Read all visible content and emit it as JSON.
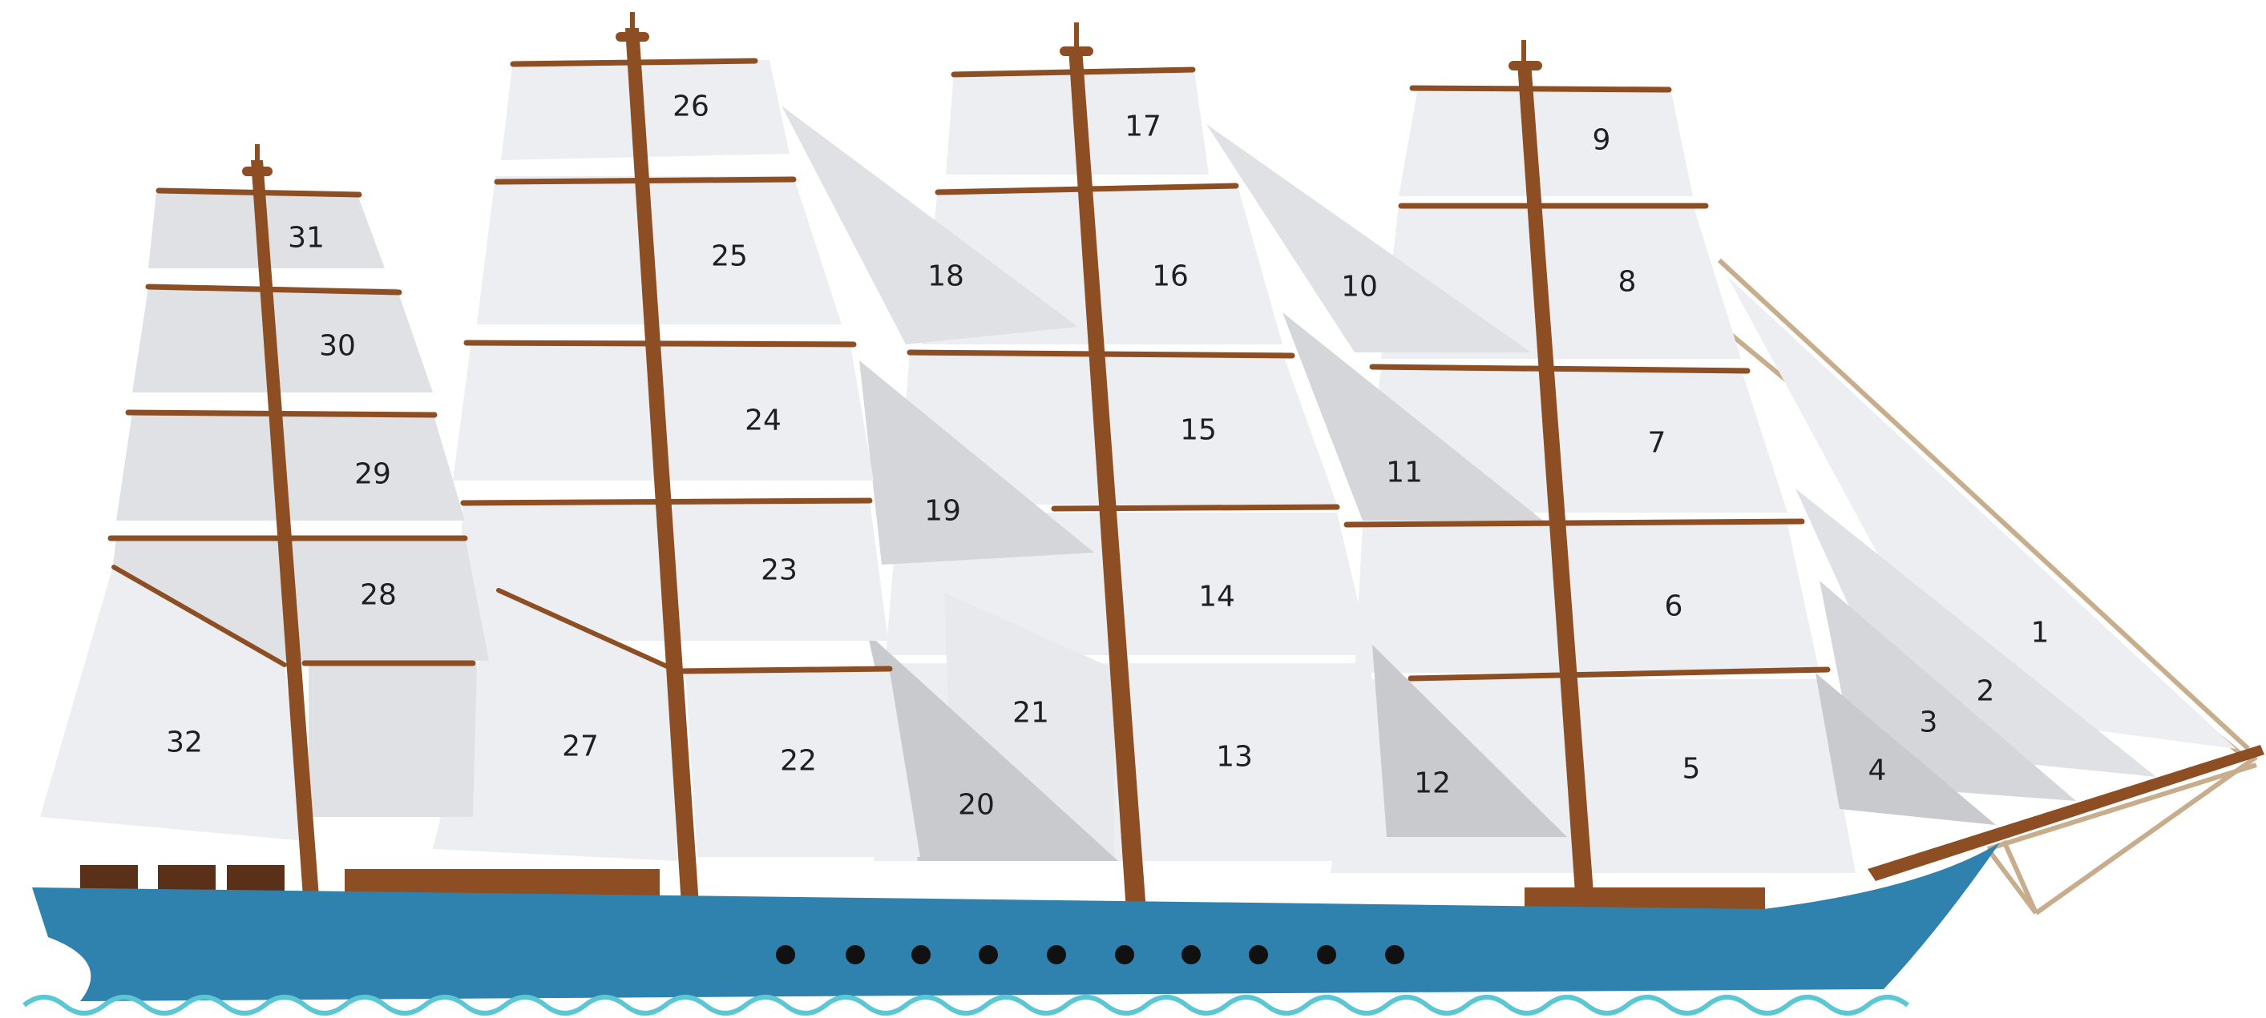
{
  "colors": {
    "sail_light": "#eceef1",
    "sail_mid": "#dfe1e4",
    "sail_dark": "#c8cacd",
    "mast": "#8c4e22",
    "yard": "#8c4e22",
    "hull": "#2f82ae",
    "rigging": "#c7ad8c",
    "water": "#5cc7d4",
    "deck": "#5a3018",
    "porthole": "#111111"
  },
  "sails": [
    {
      "number": "1"
    },
    {
      "number": "2"
    },
    {
      "number": "3"
    },
    {
      "number": "4"
    },
    {
      "number": "5"
    },
    {
      "number": "6"
    },
    {
      "number": "7"
    },
    {
      "number": "8"
    },
    {
      "number": "9"
    },
    {
      "number": "10"
    },
    {
      "number": "11"
    },
    {
      "number": "12"
    },
    {
      "number": "13"
    },
    {
      "number": "14"
    },
    {
      "number": "15"
    },
    {
      "number": "16"
    },
    {
      "number": "17"
    },
    {
      "number": "18"
    },
    {
      "number": "19"
    },
    {
      "number": "20"
    },
    {
      "number": "21"
    },
    {
      "number": "22"
    },
    {
      "number": "23"
    },
    {
      "number": "24"
    },
    {
      "number": "25"
    },
    {
      "number": "26"
    },
    {
      "number": "27"
    },
    {
      "number": "28"
    },
    {
      "number": "29"
    },
    {
      "number": "30"
    },
    {
      "number": "31"
    },
    {
      "number": "32"
    }
  ]
}
